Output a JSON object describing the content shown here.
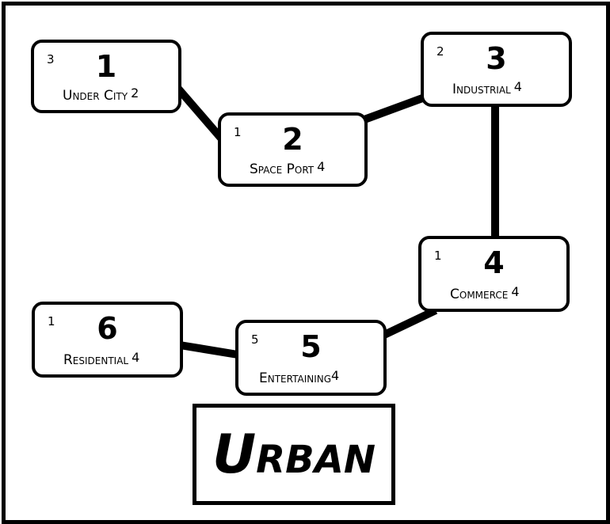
{
  "nodes": [
    {
      "number": "1",
      "corner": "3",
      "label": "Under City",
      "trail": "2"
    },
    {
      "number": "2",
      "corner": "1",
      "label": "Space Port",
      "trail": "4"
    },
    {
      "number": "3",
      "corner": "2",
      "label": "Industrial",
      "trail": "4"
    },
    {
      "number": "4",
      "corner": "1",
      "label": "Commerce",
      "trail": "4"
    },
    {
      "number": "5",
      "corner": "5",
      "label": "Entertaining",
      "trail": "4"
    },
    {
      "number": "6",
      "corner": "1",
      "label": "Residential",
      "trail": "4"
    }
  ],
  "title": "Urban",
  "colors": {
    "line": "#000000",
    "background": "#ffffff"
  }
}
